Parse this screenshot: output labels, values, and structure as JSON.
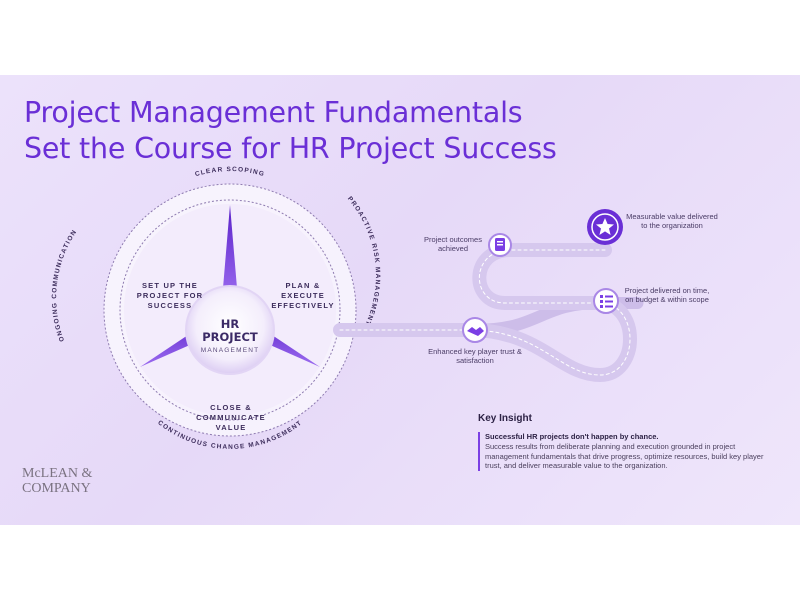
{
  "title": {
    "line1": "Project Management Fundamentals",
    "line2": "Set the Course for HR Project Success"
  },
  "wheel": {
    "outer_ring": {
      "top": "CLEAR SCOPING",
      "right": "PROACTIVE RISK MANAGEMENT",
      "bottom": "CONTINUOUS CHANGE MANAGEMENT",
      "left": "ONGOING COMMUNICATION"
    },
    "segments": {
      "left": "SET UP THE PROJECT FOR SUCCESS",
      "right": "PLAN & EXECUTE EFFECTIVELY",
      "bottom": "CLOSE & COMMUNICATE VALUE"
    },
    "hub": {
      "title_line1": "HR",
      "title_line2": "PROJECT",
      "subtitle": "MANAGEMENT"
    }
  },
  "path": {
    "milestones": [
      {
        "label": "Enhanced key player trust & satisfaction",
        "icon": "handshake-icon"
      },
      {
        "label": "Project outcomes achieved",
        "icon": "clipboard-icon"
      },
      {
        "label": "Project delivered on time, on budget & within scope",
        "icon": "checklist-icon"
      },
      {
        "label": "Measurable value delivered to the organization",
        "icon": "star-icon"
      }
    ]
  },
  "insight": {
    "heading": "Key Insight",
    "lead": "Successful HR projects don't happen by chance.",
    "body": "Success results from deliberate planning and execution grounded in project management fundamentals that drive progress, optimize resources, build key player trust, and deliver measurable value to the organization."
  },
  "brand": {
    "line1": "McLEAN &",
    "line2": "COMPANY"
  },
  "colors": {
    "accent": "#7b3fe4",
    "title": "#6a2fd6",
    "background": "#e9ddf9"
  }
}
